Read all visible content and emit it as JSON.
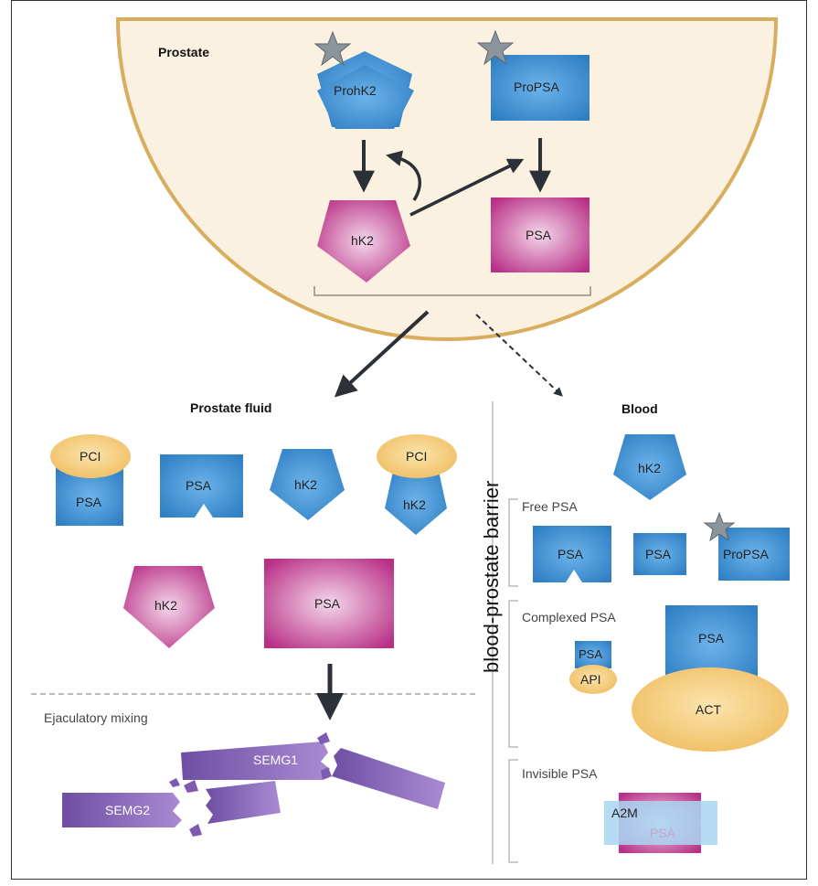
{
  "prostate": {
    "title": "Prostate",
    "prohk2": "ProhK2",
    "propsa": "ProPSA",
    "hk2": "hK2",
    "psa": "PSA"
  },
  "fluid": {
    "title": "Prostate fluid",
    "pci1": "PCI",
    "psa1": "PSA",
    "psa2": "PSA",
    "hk2a": "hK2",
    "pci2": "PCI",
    "hk2b": "hK2",
    "hk2c": "hK2",
    "psa3": "PSA",
    "ejac": "Ejaculatory mixing",
    "semg1": "SEMG1",
    "semg2": "SEMG2"
  },
  "barrier": "blood-prostate barrier",
  "blood": {
    "title": "Blood",
    "hk2": "hK2",
    "free_label": "Free PSA",
    "free_psa1": "PSA",
    "free_psa2": "PSA",
    "free_propsa": "ProPSA",
    "complexed_label": "Complexed PSA",
    "c_psa_small": "PSA",
    "api": "API",
    "c_psa_big": "PSA",
    "act": "ACT",
    "invisible_label": "Invisible PSA",
    "a2m": "A2M",
    "inv_psa": "PSA"
  },
  "colors": {
    "blue": "#3d8fd1",
    "magenta": "#c0388e",
    "yellow": "#f2c26a",
    "purple": "#7e5bb0",
    "cell": "#fbf1e1",
    "cell_border": "#d9ad5e"
  }
}
